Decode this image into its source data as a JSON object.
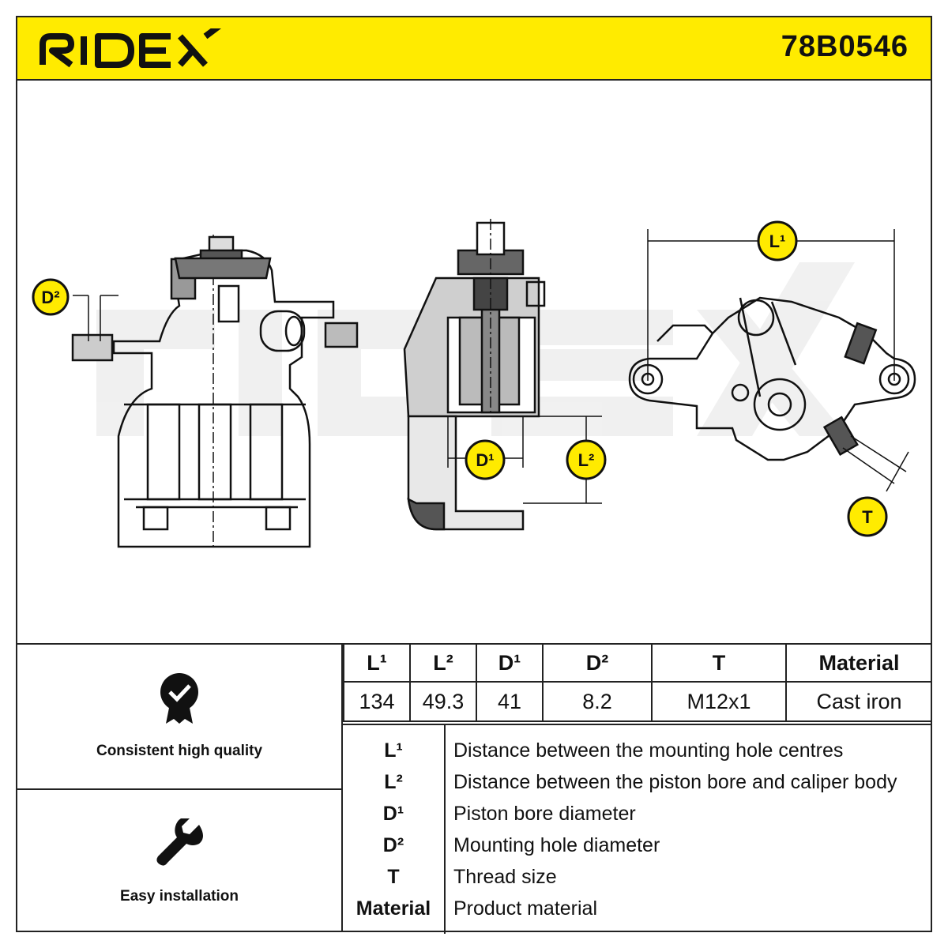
{
  "brand": "RIDEX",
  "part_number": "78B0546",
  "callouts": {
    "l1": "L¹",
    "l2": "L²",
    "d1": "D¹",
    "d2": "D²",
    "t": "T"
  },
  "watermark": "RIDEX",
  "features": [
    {
      "label": "Consistent high quality",
      "icon": "quality-badge-icon"
    },
    {
      "label": "Easy installation",
      "icon": "wrench-icon"
    }
  ],
  "spec_table": {
    "headers": [
      "L¹",
      "L²",
      "D¹",
      "D²",
      "T",
      "Material"
    ],
    "values": [
      "134",
      "49.3",
      "41",
      "8.2",
      "M12x1",
      "Cast iron"
    ]
  },
  "legend": [
    {
      "key": "L¹",
      "desc": "Distance between the mounting hole centres"
    },
    {
      "key": "L²",
      "desc": "Distance between the piston bore and caliper body"
    },
    {
      "key": "D¹",
      "desc": "Piston bore diameter"
    },
    {
      "key": "D²",
      "desc": "Mounting hole diameter"
    },
    {
      "key": "T",
      "desc": "Thread size"
    },
    {
      "key": "Material",
      "desc": "Product material"
    }
  ],
  "colors": {
    "accent": "#FFEB00",
    "line": "#222222"
  }
}
